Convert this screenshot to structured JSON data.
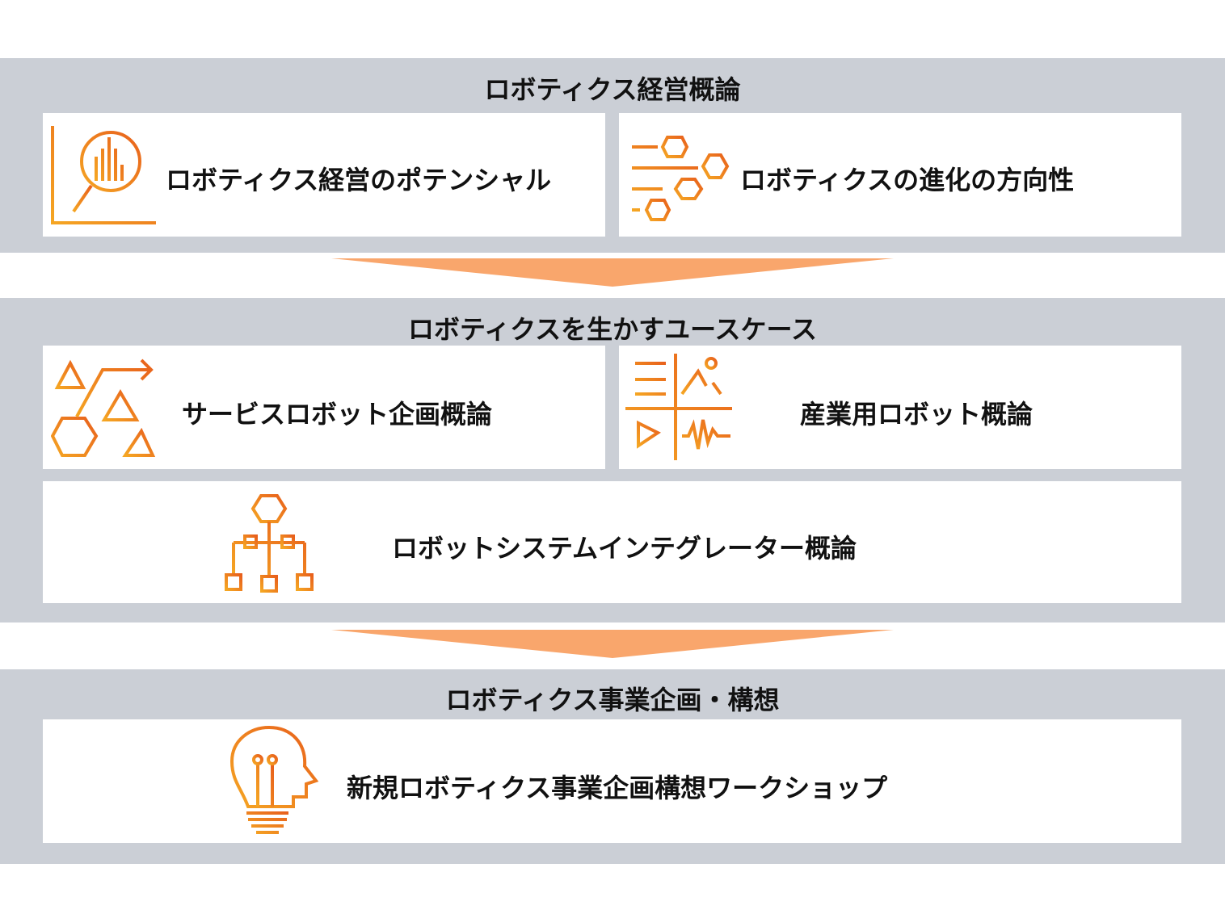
{
  "sections": [
    {
      "title": "ロボティクス経営概論",
      "items": [
        {
          "label": "ロボティクス経営のポテンシャル",
          "icon": "magnifier-chart-icon"
        },
        {
          "label": "ロボティクスの進化の方向性",
          "icon": "hexagon-lines-icon"
        }
      ]
    },
    {
      "title": "ロボティクスを生かすユースケース",
      "items": [
        {
          "label": "サービスロボット企画概論",
          "icon": "shapes-arrow-icon"
        },
        {
          "label": "産業用ロボット概論",
          "icon": "quadrant-icon"
        },
        {
          "label": "ロボットシステムインテグレーター概論",
          "icon": "hierarchy-icon"
        }
      ]
    },
    {
      "title": "ロボティクス事業企画・構想",
      "items": [
        {
          "label": "新規ロボティクス事業企画構想ワークショップ",
          "icon": "lightbulb-head-icon"
        }
      ]
    }
  ],
  "colors": {
    "band": "#cbcfd6",
    "arrow": "#f9a66c",
    "icon_start": "#e8601c",
    "icon_end": "#f5a623"
  }
}
